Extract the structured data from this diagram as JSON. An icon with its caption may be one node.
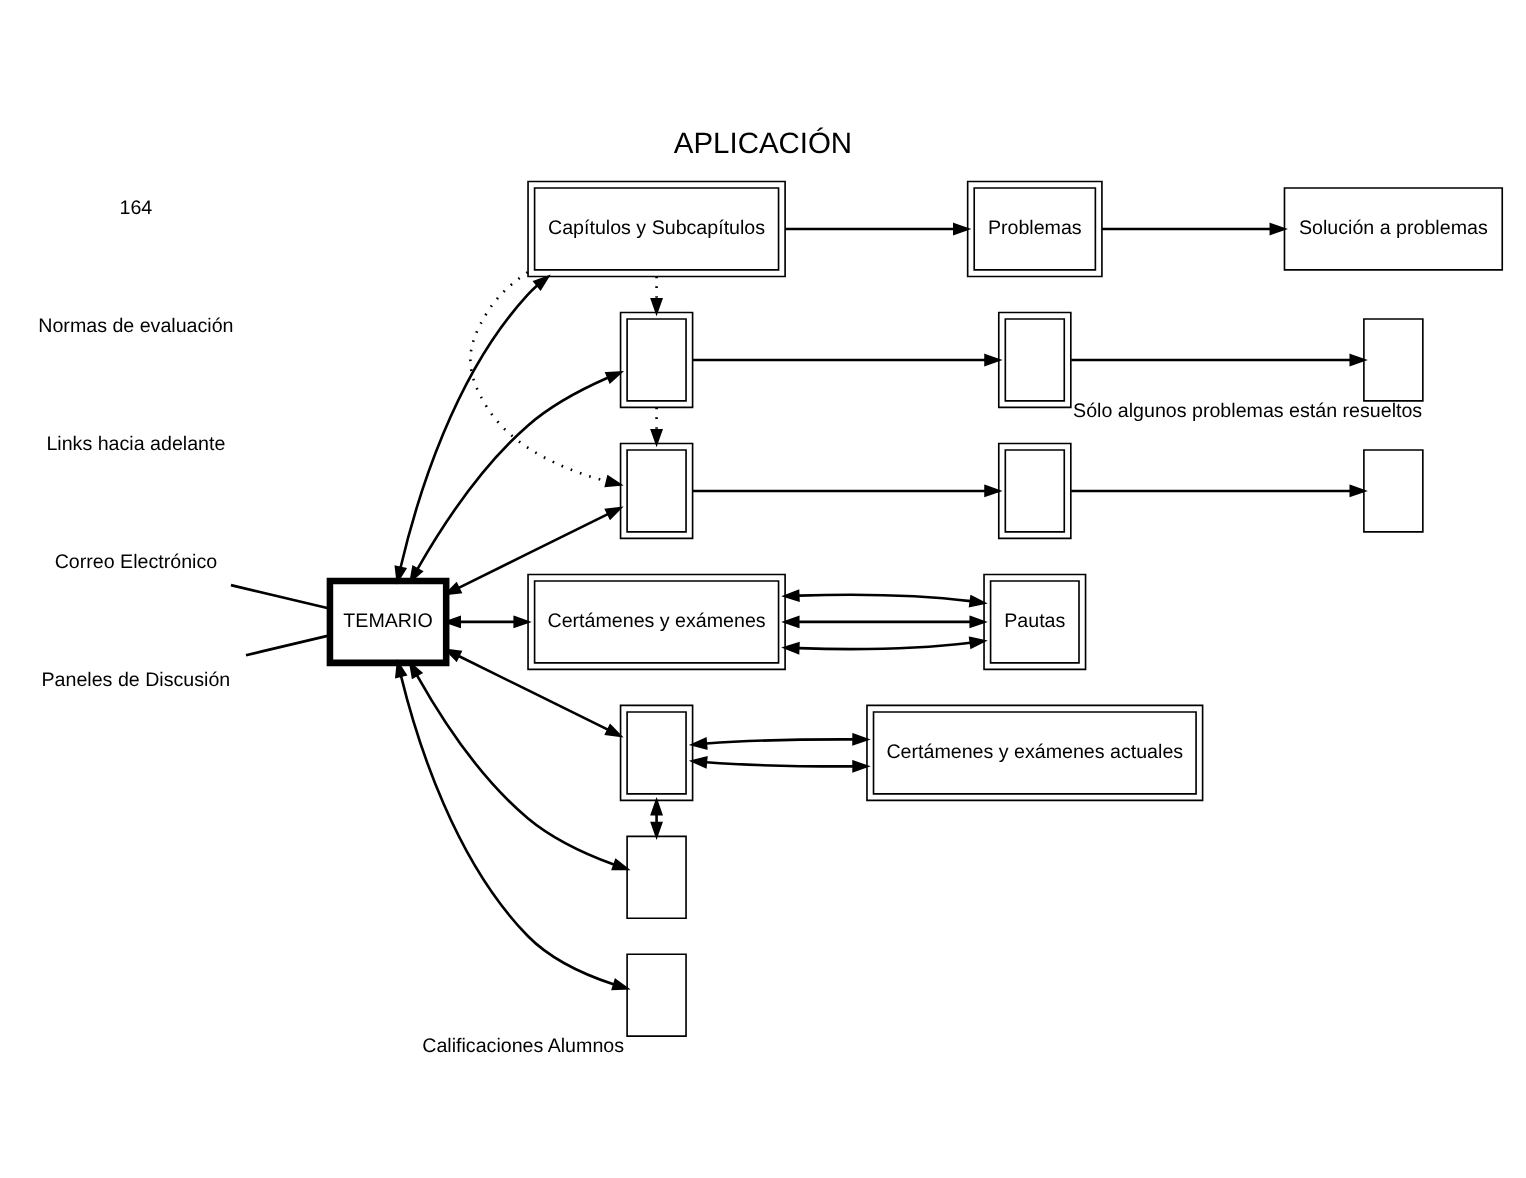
{
  "diagram": {
    "title": "APLICACIÓN",
    "nodes": [
      {
        "text": [
          "TEMARIO"
        ]
      },
      {
        "text": [
          "Correo Electrónico"
        ]
      },
      {
        "text": [
          "Paneles de Discusión"
        ]
      },
      {
        "text": [
          "Capítulos y Subcapítulos"
        ]
      },
      {
        "text": [],
        "shape": "box"
      },
      {
        "text": [],
        "shape": "box"
      },
      {
        "text": [
          "Problemas"
        ]
      },
      {
        "text": [],
        "shape": "box"
      },
      {
        "text": [],
        "shape": "box"
      },
      {
        "text": [
          "Solución a problemas"
        ]
      },
      {
        "text": [],
        "shape": "box",
        "beside": [
          "Sólo algunos problemas están resueltos"
        ]
      },
      {
        "text": [],
        "shape": "box"
      },
      {
        "text": [
          "Certámenes y exámenes"
        ]
      },
      {
        "text": [],
        "shape": "box"
      },
      {
        "text": [],
        "shape": "box"
      },
      {
        "text": [],
        "shape": "box",
        "beside": [
          "Calificaciones Alumnos"
        ]
      },
      {
        "text": [
          "Pautas"
        ]
      },
      {
        "text": [
          "Certámenes y exámenes actuales"
        ]
      }
    ],
    "edges": [
      {
        "from": 1,
        "to": 0,
        "arrow": "none"
      },
      {
        "from": 2,
        "to": 0,
        "arrow": "none"
      },
      {
        "from": 0,
        "to": 3,
        "arrow": "both"
      },
      {
        "from": 0,
        "to": 4,
        "arrow": "both"
      },
      {
        "from": 0,
        "to": 5,
        "arrow": "both"
      },
      {
        "from": 3,
        "to": 6,
        "arrow": "to"
      },
      {
        "from": 4,
        "to": 7,
        "arrow": "to"
      },
      {
        "from": 5,
        "to": 8,
        "arrow": "to"
      },
      {
        "from": 6,
        "to": 9,
        "arrow": "to"
      },
      {
        "from": 7,
        "to": 10,
        "arrow": "to"
      },
      {
        "from": 8,
        "to": 11,
        "arrow": "to"
      },
      {
        "from": 3,
        "to": 4,
        "arrow": "to",
        "style": "dashed"
      },
      {
        "from": 3,
        "to": 5,
        "arrow": "to",
        "style": "dashed"
      },
      {
        "from": 4,
        "to": 5,
        "arrow": "to",
        "style": "dashed"
      },
      {
        "from": 0,
        "to": 12,
        "arrow": "both"
      },
      {
        "from": 0,
        "to": 13,
        "arrow": "both"
      },
      {
        "from": 0,
        "to": 14,
        "arrow": "both"
      },
      {
        "from": 0,
        "to": 15,
        "arrow": "both"
      },
      {
        "from": 13,
        "to": 14,
        "arrow": "both"
      },
      {
        "from": 12,
        "to": 16,
        "arrow": "both"
      },
      {
        "from": 12,
        "to": 16,
        "arrow": "both"
      },
      {
        "from": 12,
        "to": 16,
        "arrow": "both"
      },
      {
        "from": 13,
        "to": 17,
        "arrow": "both"
      },
      {
        "from": 13,
        "to": 17,
        "arrow": "both"
      }
    ],
    "labels": [
      "Links hacia adelante",
      "Normas de evaluación",
      "164"
    ]
  }
}
